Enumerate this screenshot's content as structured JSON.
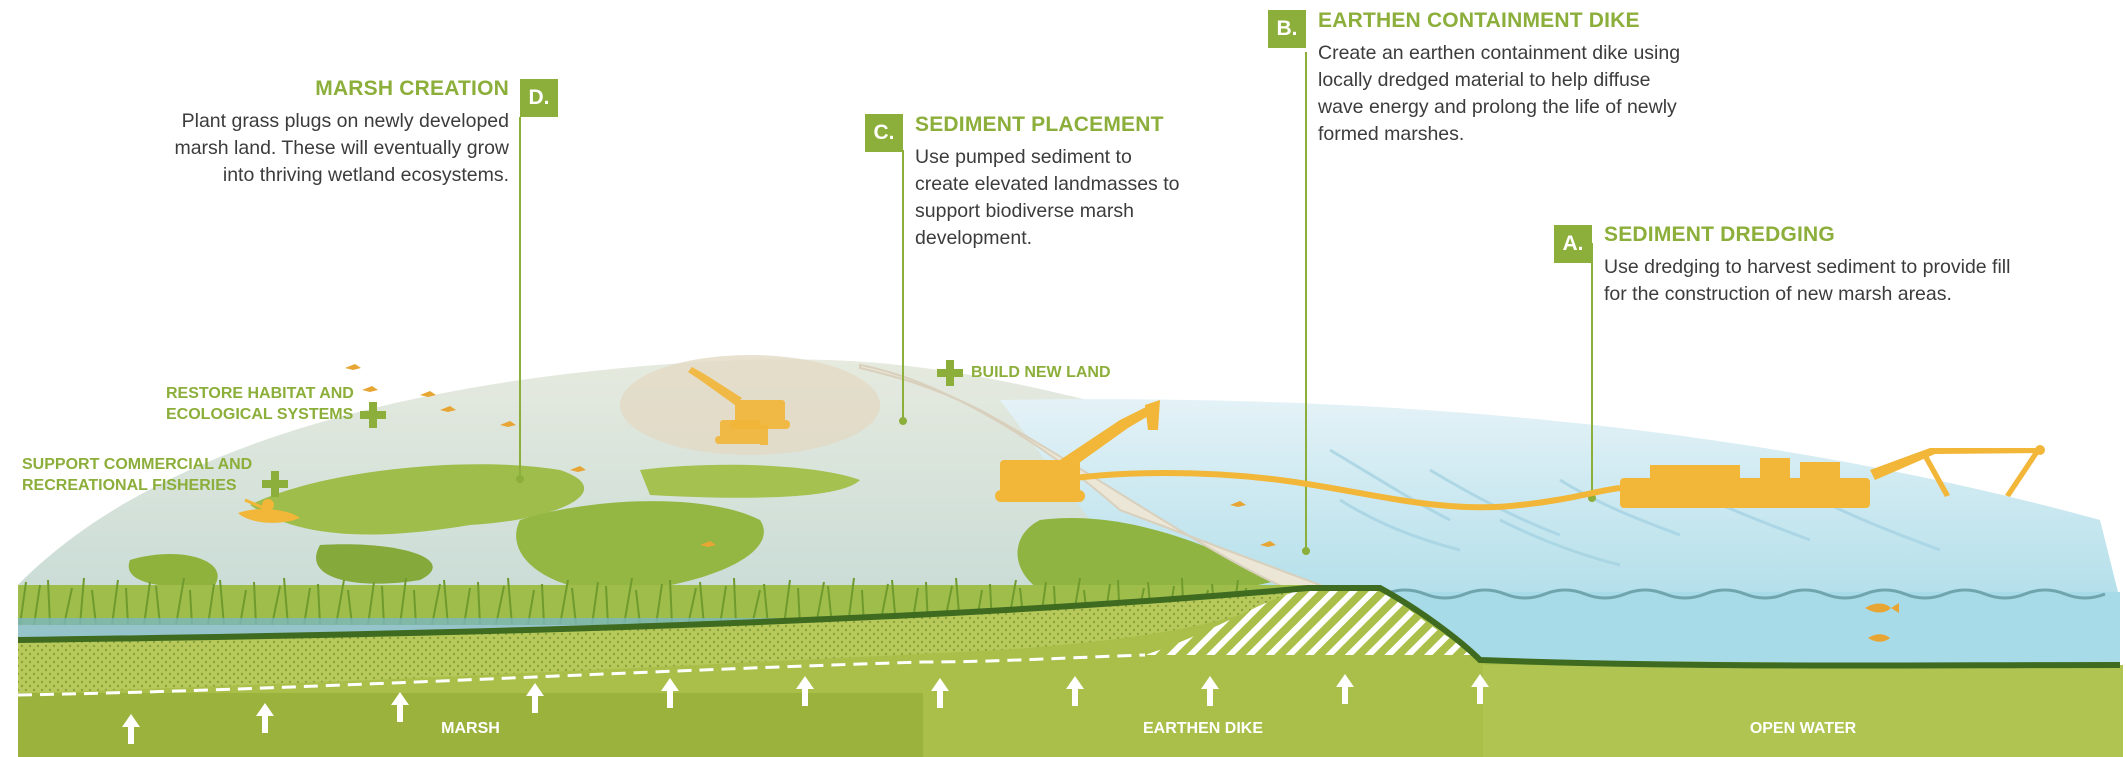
{
  "steps": [
    {
      "letter": "A.",
      "title": "SEDIMENT DREDGING",
      "text": "Use dredging to harvest sediment to provide fill for the construction of new marsh areas."
    },
    {
      "letter": "B.",
      "title": "EARTHEN CONTAINMENT DIKE",
      "text": "Create an earthen containment dike using locally dredged material to help diffuse wave energy and prolong the life of newly formed marshes."
    },
    {
      "letter": "C.",
      "title": "SEDIMENT PLACEMENT",
      "text": "Use pumped sediment to create elevated landmasses to support biodiverse marsh development."
    },
    {
      "letter": "D.",
      "title": "MARSH CREATION",
      "text": "Plant grass plugs on newly developed marsh land. These will eventually grow into thriving wetland ecosystems."
    }
  ],
  "benefits": [
    {
      "text": "BUILD NEW LAND"
    },
    {
      "text": "RESTORE HABITAT AND ECOLOGICAL SYSTEMS"
    },
    {
      "text": "SUPPORT COMMERCIAL AND RECREATIONAL FISHERIES"
    }
  ],
  "zones": [
    {
      "label": "MARSH"
    },
    {
      "label": "EARTHEN DIKE"
    },
    {
      "label": "OPEN WATER"
    }
  ],
  "colors": {
    "accent_green": "#8cae3a",
    "ground": "#a9bf4a",
    "water": "#bfe4ee",
    "machine": "#f2b638",
    "marsh_grass": "#8fb23d",
    "body_text": "#3c3c3c"
  },
  "icons": [
    "plus-icon",
    "up-arrow-icon",
    "excavator-icon",
    "dredge-barge-icon",
    "bulldozer-icon",
    "kayak-icon",
    "fish-icon",
    "bird-icon"
  ]
}
